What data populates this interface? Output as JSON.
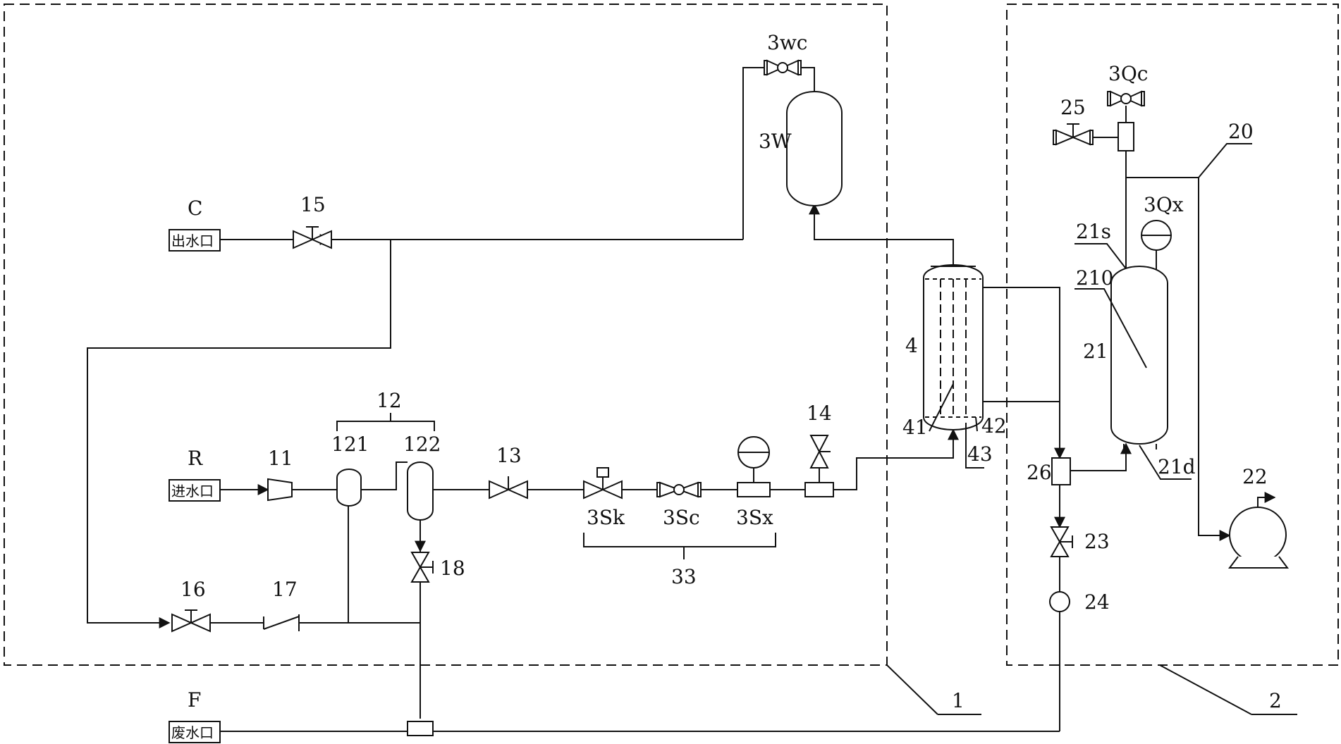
{
  "ports": {
    "outlet": {
      "letter": "C",
      "text": "出水口"
    },
    "inlet": {
      "letter": "R",
      "text": "进水口"
    },
    "waste": {
      "letter": "F",
      "text": "废水口"
    }
  },
  "labels": {
    "l_3wc": "3wc",
    "l_3w": "3W",
    "l_15": "15",
    "l_12": "12",
    "l_121": "121",
    "l_122": "122",
    "l_11": "11",
    "l_13": "13",
    "l_14": "14",
    "l_3sk": "3Sk",
    "l_3sc": "3Sc",
    "l_3sx": "3Sx",
    "l_33": "33",
    "l_18": "18",
    "l_16": "16",
    "l_17": "17",
    "l_4": "4",
    "l_41": "41",
    "l_42": "42",
    "l_43": "43",
    "l_1": "1",
    "l_2": "2",
    "l_3qc": "3Qc",
    "l_25": "25",
    "l_20": "20",
    "l_3qx": "3Qx",
    "l_21s": "21s",
    "l_210": "210",
    "l_21": "21",
    "l_21d": "21d",
    "l_26": "26",
    "l_22": "22",
    "l_23": "23",
    "l_24": "24"
  }
}
